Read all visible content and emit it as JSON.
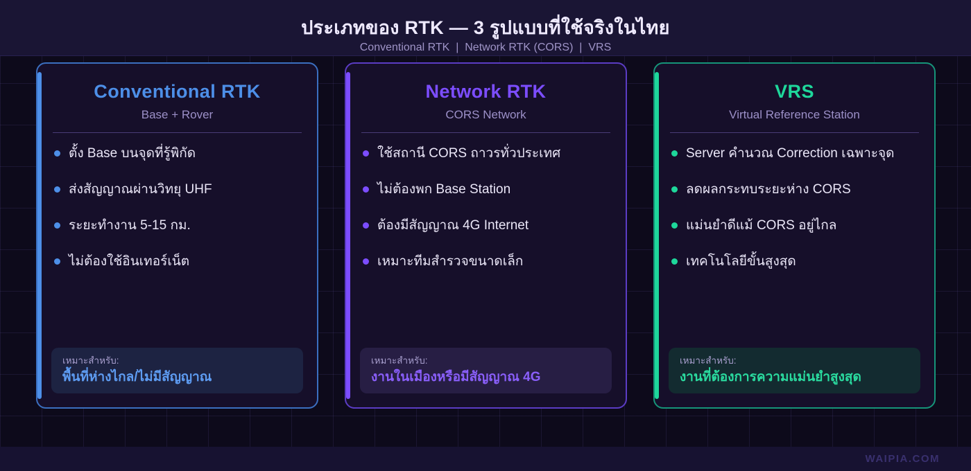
{
  "header": {
    "title": "ประเภทของ RTK — 3 รูปแบบที่ใช้จริงในไทย",
    "subtitle": "Conventional RTK  |  Network RTK (CORS)  |  VRS"
  },
  "cards": [
    {
      "title": "Conventional RTK",
      "subtitle": "Base + Rover",
      "bullets": [
        "ตั้ง Base บนจุดที่รู้พิกัด",
        "ส่งสัญญาณผ่านวิทยุ UHF",
        "ระยะทำงาน 5-15 กม.",
        "ไม่ต้องใช้อินเทอร์เน็ต"
      ],
      "fit_label": "เหมาะสำหรับ:",
      "fit_value": "พื้นที่ห่างไกล/ไม่มีสัญญาณ",
      "colors": {
        "accent": "#4d8fe8",
        "border": "#3b6fc0",
        "footer_bg": "#1d2342",
        "footer_text": "#5e9cf2"
      }
    },
    {
      "title": "Network RTK",
      "subtitle": "CORS Network",
      "bullets": [
        "ใช้สถานี CORS ถาวรทั่วประเทศ",
        "ไม่ต้องพก Base Station",
        "ต้องมีสัญญาณ 4G Internet",
        "เหมาะทีมสำรวจขนาดเล็ก"
      ],
      "fit_label": "เหมาะสำหรับ:",
      "fit_value": "งานในเมืองหรือมีสัญญาณ 4G",
      "colors": {
        "accent": "#7c4dff",
        "border": "#5b3cc4",
        "footer_bg": "#271e44",
        "footer_text": "#8a5ffa"
      }
    },
    {
      "title": "VRS",
      "subtitle": "Virtual Reference Station",
      "bullets": [
        "Server คำนวณ Correction เฉพาะจุด",
        "ลดผลกระทบระยะห่าง CORS",
        "แม่นยำดีแม้ CORS อยู่ไกล",
        "เทคโนโลยีขั้นสูงสุด"
      ],
      "fit_label": "เหมาะสำหรับ:",
      "fit_value": "งานที่ต้องการความแม่นยำสูงสุด",
      "colors": {
        "accent": "#1ed79b",
        "border": "#169579",
        "footer_bg": "#132b30",
        "footer_text": "#2adb9f"
      }
    }
  ],
  "footer": {
    "watermark": "WAIPIA.COM"
  },
  "theme": {
    "page_bg": "#0d0a1b",
    "band_bg": "#1a1534",
    "bottom_band_bg": "#171231",
    "card_bg": "#160f2a",
    "grid_line": "rgba(125,105,200,0.13)",
    "divider": "#4a3d78",
    "text_primary": "#eae6f7",
    "text_muted": "#9c90c8",
    "fit_label": "#a79ecd",
    "title_text": "#efeaff",
    "subtitle_text": "#9f94c7",
    "watermark": "#39306e"
  }
}
